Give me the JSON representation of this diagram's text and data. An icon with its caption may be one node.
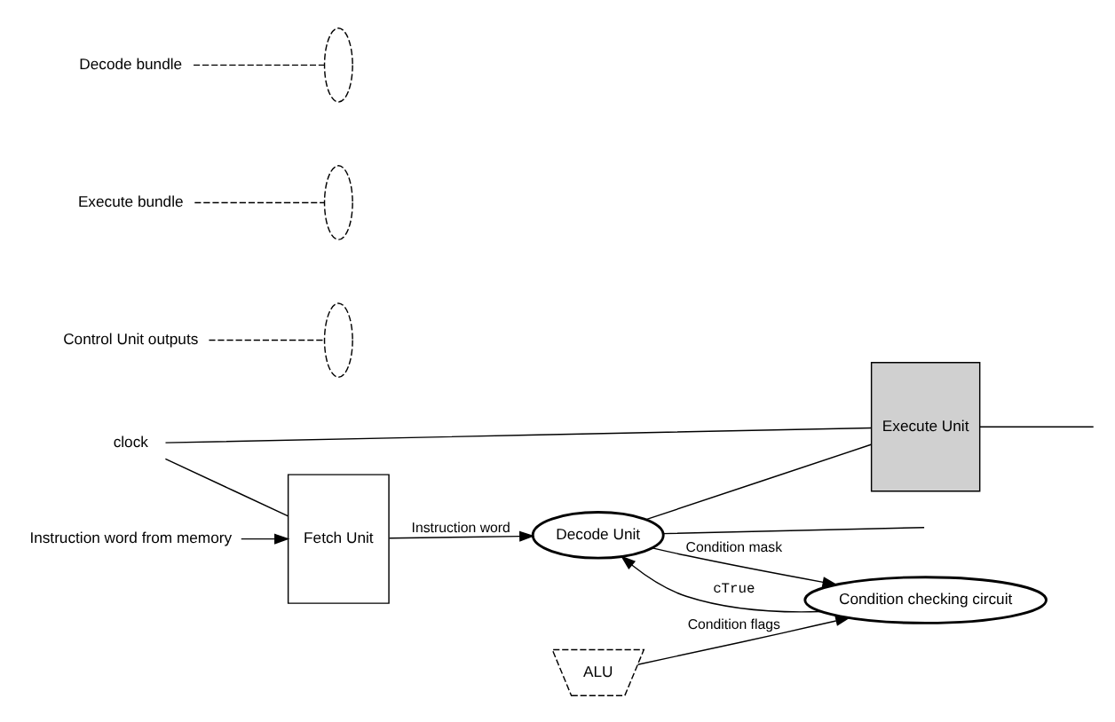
{
  "diagram": {
    "nodes": [
      {
        "text": [
          "Instruction word from memory"
        ]
      },
      {
        "text": [
          "Fetch Unit"
        ]
      },
      {
        "text": [
          "Decode Unit"
        ]
      },
      {
        "text": [
          "Execute Unit"
        ]
      },
      {
        "text": [
          "clock"
        ]
      },
      {
        "text": [
          "ALU"
        ]
      },
      {
        "text": [
          "Condition checking circuit"
        ]
      },
      {
        "text": [
          "Decode bundle"
        ]
      },
      {
        "text": [],
        "shape": "ellipse"
      },
      {
        "text": [
          "Control Unit outputs"
        ]
      },
      {
        "text": [],
        "shape": "ellipse"
      },
      {
        "text": [
          "Execute bundle"
        ]
      },
      {
        "text": [],
        "shape": "ellipse"
      }
    ],
    "edges": [
      {
        "from": 0,
        "to": 1,
        "arrow": "to"
      },
      {
        "from": 1,
        "to": 2,
        "arrow": "to",
        "label": "Instruction word"
      },
      {
        "from": 2,
        "to": 3,
        "arrow": "none"
      },
      {
        "from": 2,
        "to": null,
        "arrow": "none"
      },
      {
        "from": 3,
        "to": null,
        "arrow": "none"
      },
      {
        "from": 4,
        "to": 1,
        "arrow": "none"
      },
      {
        "from": 4,
        "to": 3,
        "arrow": "none"
      },
      {
        "from": 2,
        "to": 6,
        "arrow": "to",
        "label": "Condition mask"
      },
      {
        "from": 5,
        "to": 6,
        "arrow": "to",
        "label": "Condition flags"
      },
      {
        "from": 6,
        "to": 2,
        "arrow": "to",
        "label": "cTrue"
      },
      {
        "from": 7,
        "to": 8,
        "arrow": "none",
        "style": "dashed"
      },
      {
        "from": 9,
        "to": 12,
        "arrow": "none",
        "style": "dashed"
      },
      {
        "from": 11,
        "to": 10,
        "arrow": "none",
        "style": "dashed"
      }
    ]
  }
}
